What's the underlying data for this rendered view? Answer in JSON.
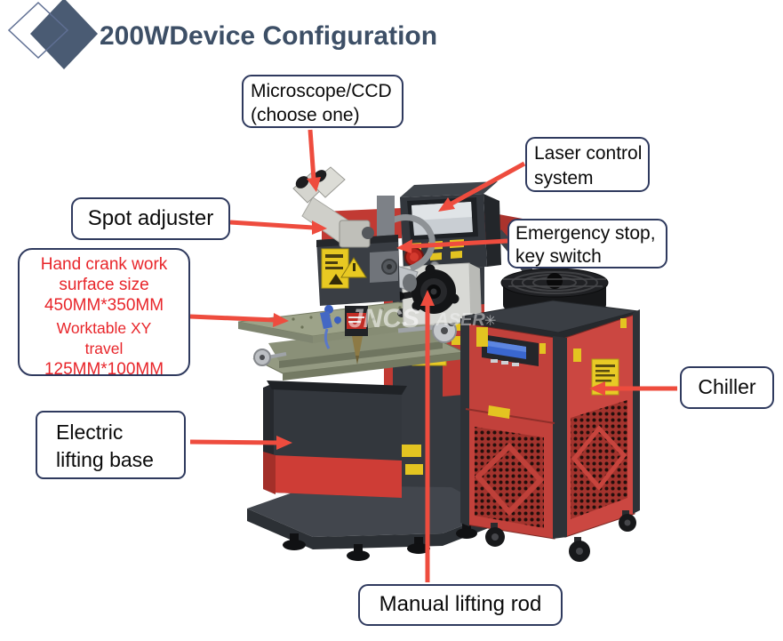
{
  "header": {
    "title_power": "200W",
    "title_main": "Device Configuration"
  },
  "callouts": {
    "microscope": {
      "line1": "Microscope/CCD",
      "line2": "(choose one)"
    },
    "laser_control": {
      "line1": "Laser control",
      "line2": "system"
    },
    "spot_adjuster": {
      "text": "Spot adjuster"
    },
    "emergency_stop": {
      "line1": "Emergency stop,",
      "line2": "key switch"
    },
    "hand_crank": {
      "line1": "Hand crank work",
      "line2": "surface size",
      "line3": "450MM*350MM",
      "line4": "Worktable XY",
      "line5": "travel",
      "line6": "125MM*100MM"
    },
    "electric_lifting": {
      "line1": "Electric",
      "line2": "lifting base"
    },
    "chiller": {
      "text": "Chiller"
    },
    "manual_lifting": {
      "text": "Manual lifting rod"
    }
  },
  "watermark": {
    "brand_bold": "JNCS",
    "brand_light": "LASER",
    "star": "✳"
  },
  "colors": {
    "title": "#3d4f66",
    "callout_border": "#2f3a5e",
    "callout_red_text": "#e8252a",
    "arrow_red": "#ee4c3e",
    "machine_dark": "#34383e",
    "machine_red": "#c2413b",
    "warning_yellow": "#e3c421",
    "worktable_green": "#9da389"
  }
}
